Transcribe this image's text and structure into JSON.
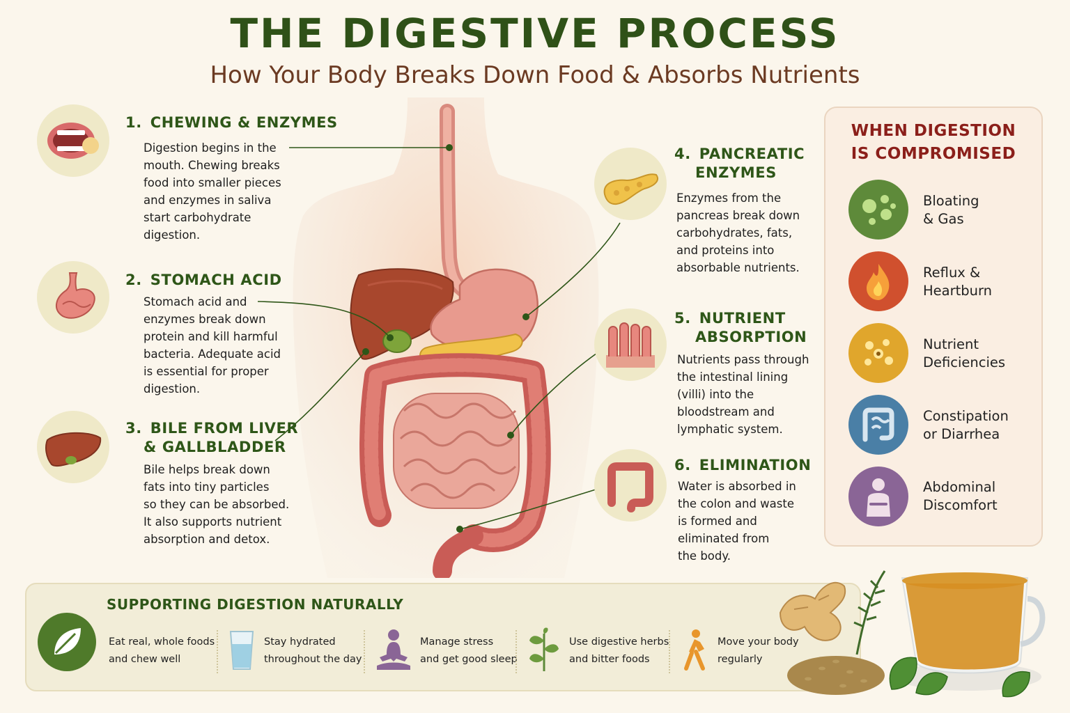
{
  "header": {
    "title": "THE DIGESTIVE PROCESS",
    "subtitle": "How Your Body Breaks Down Food & Absorbs Nutrients"
  },
  "steps": [
    {
      "num": "1.",
      "title_lines": [
        "CHEWING & ENZYMES"
      ],
      "text_lines": [
        "Digestion begins in the",
        "mouth. Chewing breaks",
        "food into smaller pieces",
        "and enzymes in saliva",
        "start carbohydrate",
        "digestion."
      ],
      "icon": "mouth-icon"
    },
    {
      "num": "2.",
      "title_lines": [
        "STOMACH ACID"
      ],
      "text_lines": [
        "Stomach acid and",
        "enzymes break down",
        "protein and kill harmful",
        "bacteria. Adequate acid",
        "is essential for proper",
        "digestion."
      ],
      "icon": "stomach-icon"
    },
    {
      "num": "3.",
      "title_lines": [
        "BILE FROM LIVER",
        "& GALLBLADDER"
      ],
      "text_lines": [
        "Bile helps break down",
        "fats into tiny particles",
        "so they can be absorbed.",
        "It also supports nutrient",
        "absorption and detox."
      ],
      "icon": "liver-icon"
    },
    {
      "num": "4.",
      "title_lines": [
        "PANCREATIC",
        "ENZYMES"
      ],
      "text_lines": [
        "Enzymes from the",
        "pancreas break down",
        "carbohydrates, fats,",
        "and proteins into",
        "absorbable nutrients."
      ],
      "icon": "pancreas-icon"
    },
    {
      "num": "5.",
      "title_lines": [
        "NUTRIENT",
        "ABSORPTION"
      ],
      "text_lines": [
        "Nutrients pass through",
        "the intestinal lining",
        "(villi) into the",
        "bloodstream and",
        "lymphatic system."
      ],
      "icon": "villi-icon"
    },
    {
      "num": "6.",
      "title_lines": [
        "ELIMINATION"
      ],
      "text_lines": [
        "Water is absorbed in",
        "the colon and waste",
        "is formed and",
        "eliminated from",
        "the body."
      ],
      "icon": "colon-icon"
    }
  ],
  "compromised": {
    "title_lines": [
      "WHEN DIGESTION",
      "IS COMPROMISED"
    ],
    "items": [
      {
        "lines": [
          "Bloating",
          "& Gas"
        ],
        "icon": "bubbles-icon",
        "color": "#5e8a3a"
      },
      {
        "lines": [
          "Reflux &",
          "Heartburn"
        ],
        "icon": "flame-icon",
        "color": "#d0502e"
      },
      {
        "lines": [
          "Nutrient",
          "Deficiencies"
        ],
        "icon": "particles-icon",
        "color": "#e0a62c"
      },
      {
        "lines": [
          "Constipation",
          "or Diarrhea"
        ],
        "icon": "intestine-icon",
        "color": "#4a7fa6"
      },
      {
        "lines": [
          "Abdominal",
          "Discomfort"
        ],
        "icon": "person-abdomen-icon",
        "color": "#8a6596"
      }
    ]
  },
  "support": {
    "title": "SUPPORTING DIGESTION NATURALLY",
    "items": [
      {
        "lines": [
          "Eat real, whole foods",
          "and chew well"
        ],
        "icon": "leaf-icon"
      },
      {
        "lines": [
          "Stay hydrated",
          "throughout the day"
        ],
        "icon": "water-glass-icon"
      },
      {
        "lines": [
          "Manage stress",
          "and get good sleep"
        ],
        "icon": "meditation-icon"
      },
      {
        "lines": [
          "Use digestive herbs",
          "and bitter foods"
        ],
        "icon": "herb-sprout-icon"
      },
      {
        "lines": [
          "Move your body",
          "regularly"
        ],
        "icon": "walking-person-icon"
      }
    ]
  },
  "colors": {
    "title_green": "#2f5118",
    "subtitle_brown": "#6b3a22",
    "compromised_red": "#8b1f1a",
    "panel_cream": "#faeee2"
  }
}
